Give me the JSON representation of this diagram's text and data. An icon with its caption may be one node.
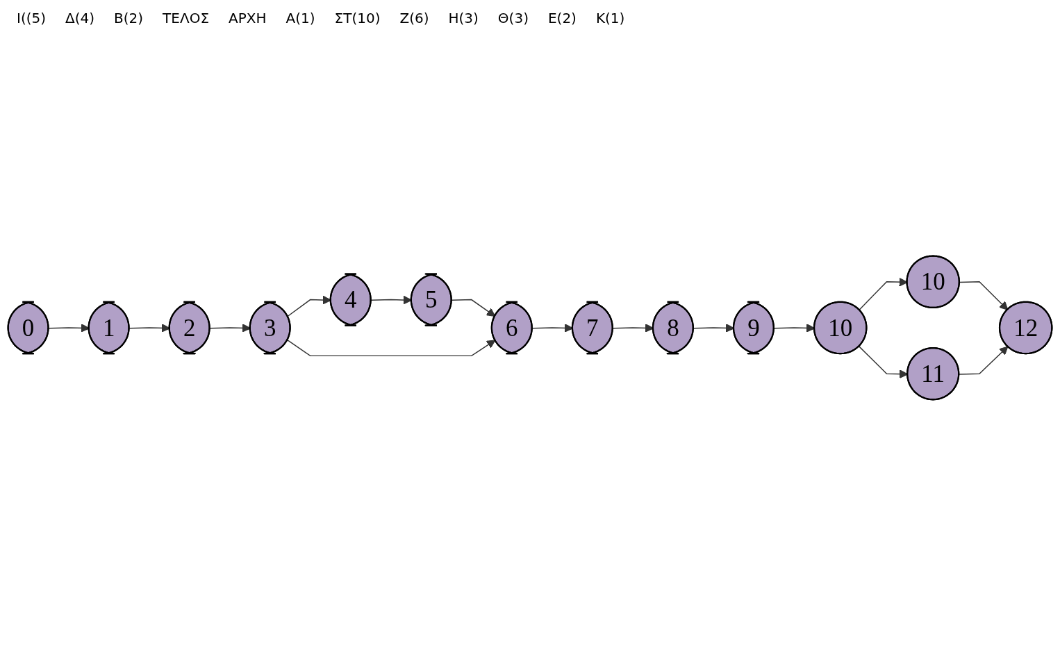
{
  "diagram": {
    "nodes": [
      {
        "text": [
          "0"
        ]
      },
      {
        "text": [
          "1"
        ]
      },
      {
        "text": [
          "2"
        ]
      },
      {
        "text": [
          "3"
        ]
      },
      {
        "text": [
          "4"
        ]
      },
      {
        "text": [
          "5"
        ]
      },
      {
        "text": [
          "6"
        ]
      },
      {
        "text": [
          "7"
        ]
      },
      {
        "text": [
          "8"
        ]
      },
      {
        "text": [
          "9"
        ]
      },
      {
        "text": [
          "10"
        ]
      },
      {
        "text": [
          "10"
        ]
      },
      {
        "text": [
          "11"
        ]
      },
      {
        "text": [
          "12"
        ]
      }
    ],
    "edges": [
      {
        "from": 0,
        "to": 1,
        "arrow": "to"
      },
      {
        "from": 1,
        "to": 2,
        "arrow": "to"
      },
      {
        "from": 2,
        "to": 3,
        "arrow": "to"
      },
      {
        "from": 3,
        "to": 4,
        "arrow": "to"
      },
      {
        "from": 4,
        "to": 5,
        "arrow": "to"
      },
      {
        "from": 5,
        "to": 6,
        "arrow": "to"
      },
      {
        "from": 3,
        "to": 6,
        "arrow": "to"
      },
      {
        "from": 6,
        "to": 7,
        "arrow": "to"
      },
      {
        "from": 7,
        "to": 8,
        "arrow": "to"
      },
      {
        "from": 8,
        "to": 9,
        "arrow": "to"
      },
      {
        "from": 9,
        "to": 10,
        "arrow": "to"
      },
      {
        "from": 10,
        "to": 11,
        "arrow": "to"
      },
      {
        "from": 10,
        "to": 12,
        "arrow": "to"
      },
      {
        "from": 11,
        "to": 13,
        "arrow": "to"
      },
      {
        "from": 12,
        "to": 13,
        "arrow": "to"
      }
    ],
    "labels": [
      "Ι((5)",
      "Δ(4)",
      "Β(2)",
      "ΤΕΛΟΣ",
      "ΑΡΧΗ",
      "Α(1)",
      "ΣΤ(10)",
      "Ζ(6)",
      "Η(3)",
      "Θ(3)",
      "Ε(2)",
      "Κ(1)"
    ]
  }
}
